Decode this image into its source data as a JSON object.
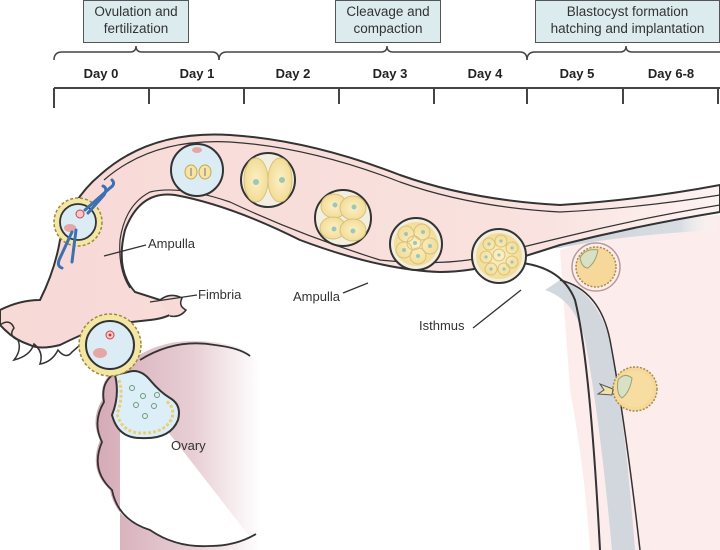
{
  "title": "Early human embryonic development from ovulation to implantation",
  "stages": [
    {
      "label_line1": "Ovulation and",
      "label_line2": "fertilization",
      "days": [
        "Day 0",
        "Day 1"
      ]
    },
    {
      "label_line1": "Cleavage and",
      "label_line2": "compaction",
      "days": [
        "Day 2",
        "Day 3",
        "Day 4"
      ]
    },
    {
      "label_line1": "Blastocyst formation",
      "label_line2": "hatching and implantation",
      "days": [
        "Day 5",
        "Day 6-8"
      ]
    }
  ],
  "timeline": {
    "days": [
      "Day 0",
      "Day 1",
      "Day 2",
      "Day 3",
      "Day 4",
      "Day 5",
      "Day 6-8"
    ]
  },
  "anatomy_labels": {
    "ampulla_left": "Ampulla",
    "fimbria": "Fimbria",
    "ampulla_center": "Ampulla",
    "isthmus": "Isthmus",
    "ovary": "Ovary"
  },
  "embryo_sequence": [
    "Ovulated oocyte with corona radiata",
    "Fertilization with sperm",
    "Zygote with two pronuclei",
    "2-cell stage",
    "4-cell stage",
    "8-cell stage",
    "Morula",
    "Blastocyst",
    "Hatching / implanting blastocyst"
  ],
  "colors": {
    "stage_box_fill": "#dcebee",
    "tube_fill": "#f7d9d6",
    "tube_outline": "#3a3a3a",
    "zona_fill": "#dcecf5",
    "cell_fill": "#f6e3a6",
    "nucleus": "#9cc7b4",
    "sperm": "#3d6fb3",
    "ovary_fill": "#d9b6c0",
    "uterine_wall": "#c9d2d9"
  }
}
